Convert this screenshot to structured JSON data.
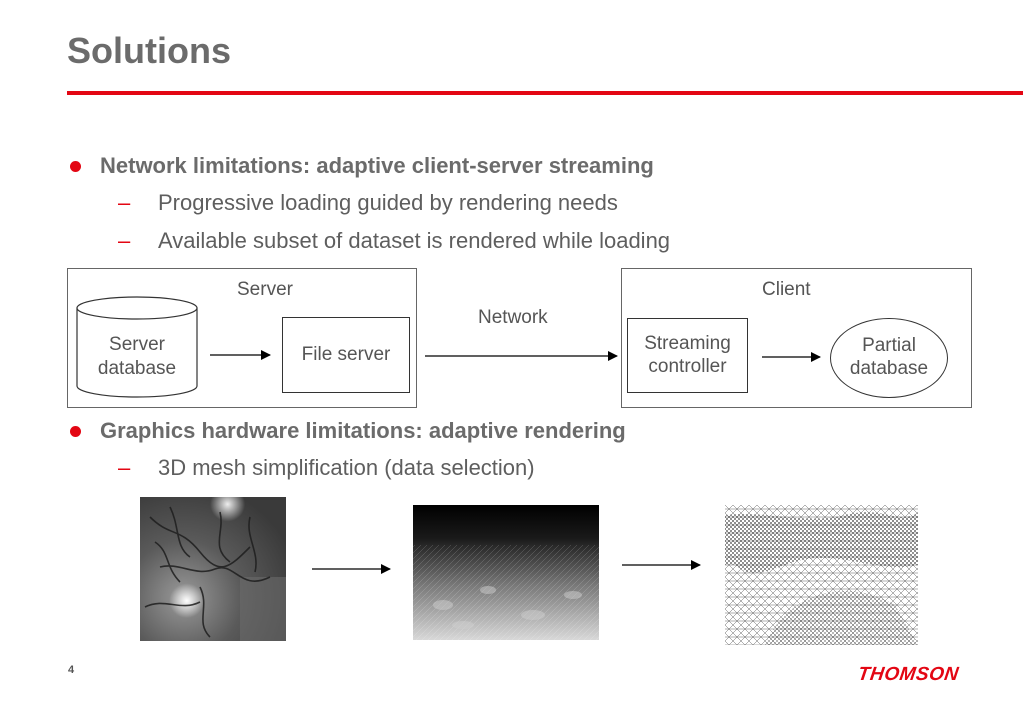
{
  "slide": {
    "title": "Solutions",
    "page_number": "4",
    "logo_text": "THOMSON"
  },
  "section1": {
    "bullet": "Network limitations: adaptive client-server streaming",
    "subs": [
      "Progressive loading guided by rendering needs",
      "Available subset of dataset is rendered while loading"
    ]
  },
  "diagram": {
    "server_label": "Server",
    "client_label": "Client",
    "network_label": "Network",
    "server_db_line1": "Server",
    "server_db_line2": "database",
    "file_server": "File server",
    "streaming_line1": "Streaming",
    "streaming_line2": "controller",
    "partial_line1": "Partial",
    "partial_line2": "database"
  },
  "section2": {
    "bullet": "Graphics hardware limitations: adaptive rendering",
    "subs": [
      "3D mesh simplification (data selection)"
    ]
  },
  "colors": {
    "accent": "#e30613",
    "title": "#6b6b6b",
    "text": "#5e5e5e"
  }
}
